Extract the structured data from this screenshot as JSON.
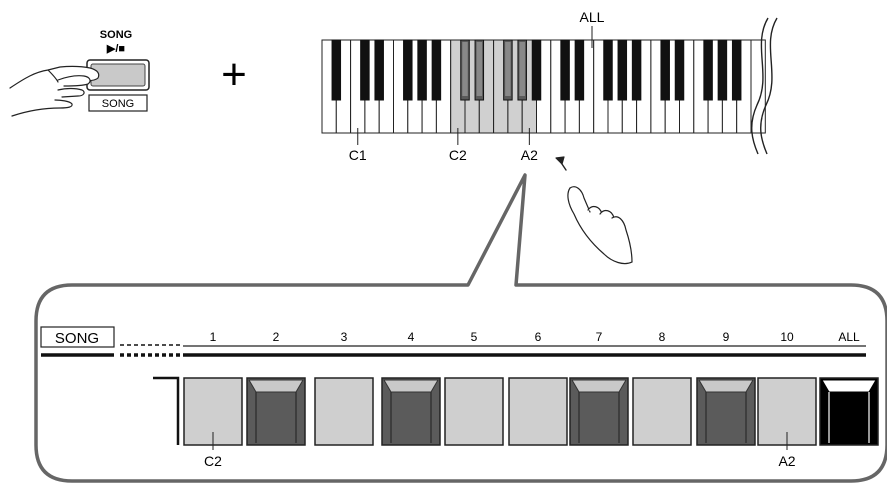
{
  "song_button": {
    "title": "SONG",
    "play_stop_symbol": "▶/■",
    "tag_label": "SONG"
  },
  "plus_sign": "+",
  "keyboard": {
    "all_label": "ALL",
    "key_labels": [
      {
        "label": "C1",
        "key": "C1"
      },
      {
        "label": "C2",
        "key": "C2"
      },
      {
        "label": "A2",
        "key": "A2"
      }
    ],
    "highlight_range": [
      "C2",
      "A2"
    ]
  },
  "panel": {
    "song_tag": "SONG",
    "track_numbers": [
      "1",
      "2",
      "3",
      "4",
      "5",
      "6",
      "7",
      "8",
      "9",
      "10",
      "ALL"
    ],
    "key_shapes": [
      "white",
      "black",
      "white",
      "black",
      "white",
      "white",
      "black",
      "white",
      "black",
      "white",
      "black-selected"
    ],
    "bottom_labels": [
      {
        "label": "C2",
        "index": 0
      },
      {
        "label": "A2",
        "index": 9
      }
    ]
  },
  "colors": {
    "highlight": "#d0d0d0",
    "white_key": "#cfcfcf",
    "black_key": "#5b5b5b",
    "selected_key": "#000000",
    "outline": "#666666"
  }
}
